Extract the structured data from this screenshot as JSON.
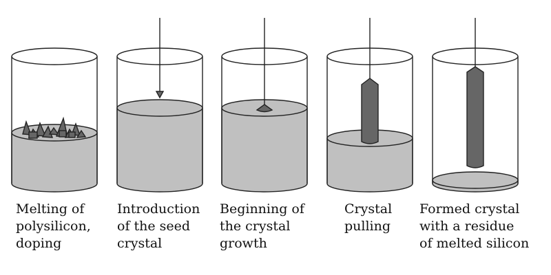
{
  "title": "Czochralski crystal growth process",
  "steps": [
    {
      "lines": [
        "Melting of",
        "polysilicon,",
        "doping"
      ]
    },
    {
      "lines": [
        "Introduction",
        "of the seed",
        "crystal"
      ]
    },
    {
      "lines": [
        "Beginning of",
        "the crystal",
        "growth"
      ]
    },
    {
      "lines": [
        "Crystal",
        "pulling"
      ]
    },
    {
      "lines": [
        "Formed crystal",
        "with a residue",
        "of melted silicon"
      ]
    }
  ],
  "colors": {
    "melt": "#c0c0c0",
    "crystal": "#666666",
    "outline": "#222222"
  }
}
